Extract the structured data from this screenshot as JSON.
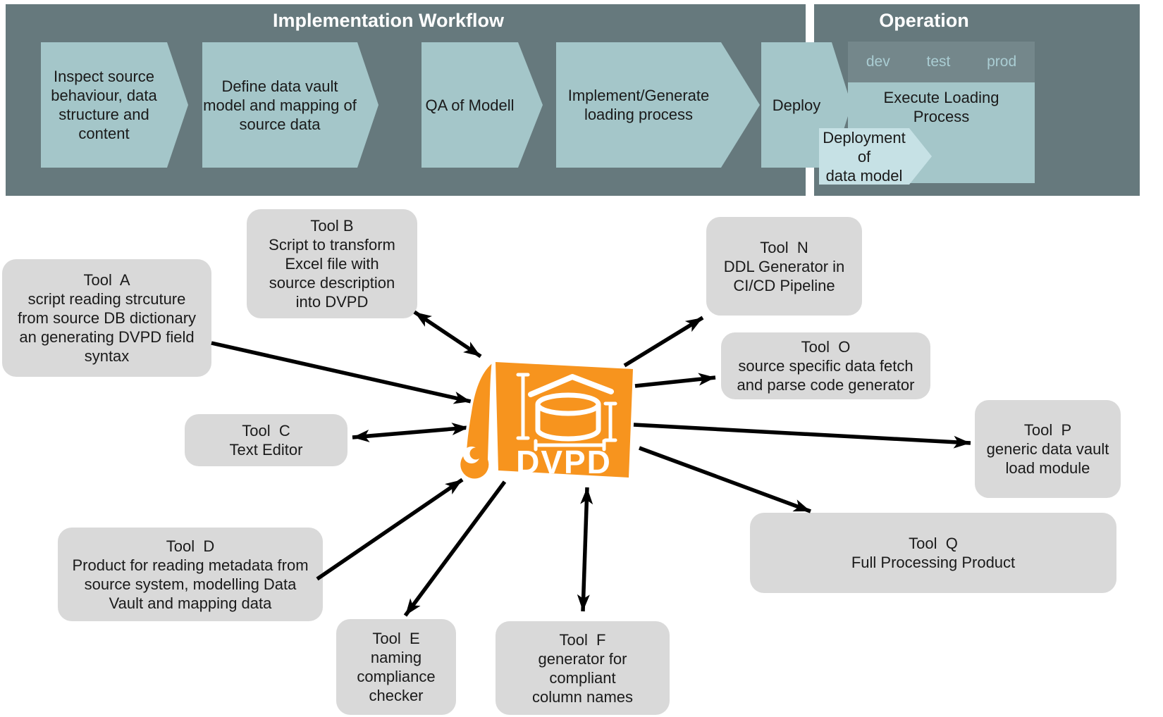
{
  "colors": {
    "panel_bg": "#66797D",
    "workflow_step_fill": "#A4C6C9",
    "deployment_arrow_fill": "#C6E1E5",
    "env_band_fill": "#74878B",
    "env_text": "#AACDD3",
    "tool_box_fill": "#D9D9D9",
    "logo_orange": "#F7941E",
    "connector_black": "#000000"
  },
  "banner": {
    "implementation": {
      "title": "Implementation Workflow",
      "steps": [
        {
          "label": "Inspect source\nbehaviour, data\nstructure and\ncontent"
        },
        {
          "label": "Define data vault\nmodel and mapping of\nsource data"
        },
        {
          "label": "QA of Modell"
        },
        {
          "label": "Implement/Generate\nloading process"
        },
        {
          "label": "Deploy"
        }
      ]
    },
    "operation": {
      "title": "Operation",
      "environments": [
        "dev",
        "test",
        "prod"
      ],
      "execute_label": "Execute Loading\nProcess",
      "deployment_label": "Deployment of\ndata model"
    }
  },
  "hub": {
    "logo_text": "DVPD"
  },
  "tools": [
    {
      "id": "A",
      "label": "Tool  A\nscript reading strcuture\nfrom source DB dictionary\nan generating DVPD field\nsyntax"
    },
    {
      "id": "B",
      "label": "Tool B\nScript to transform\nExcel file with\nsource description\ninto DVPD"
    },
    {
      "id": "C",
      "label": "Tool  C\nText Editor"
    },
    {
      "id": "D",
      "label": "Tool  D\nProduct for reading metadata from\nsource system, modelling Data\nVault and mapping data"
    },
    {
      "id": "E",
      "label": "Tool  E\nnaming\ncompliance\nchecker"
    },
    {
      "id": "F",
      "label": "Tool  F\ngenerator for\ncompliant\ncolumn names"
    },
    {
      "id": "N",
      "label": "Tool  N\nDDL Generator in\nCI/CD Pipeline"
    },
    {
      "id": "O",
      "label": "Tool  O\nsource specific data fetch\nand parse code generator"
    },
    {
      "id": "P",
      "label": "Tool  P\ngeneric data vault\nload module"
    },
    {
      "id": "Q",
      "label": "Tool  Q\nFull Processing Product"
    }
  ]
}
